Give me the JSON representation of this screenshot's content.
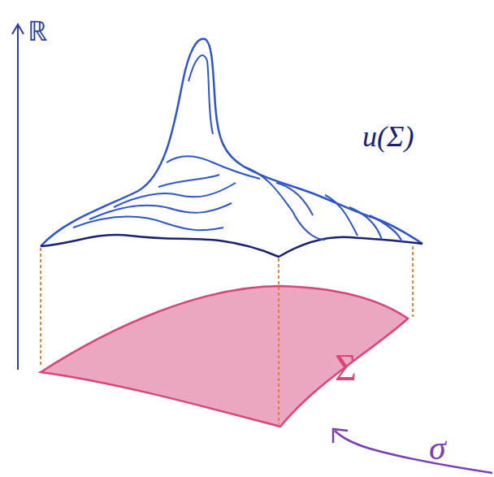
{
  "diagram": {
    "labels": [
      "ℝ",
      "u(Σ)",
      "Σ",
      "σ"
    ]
  }
}
